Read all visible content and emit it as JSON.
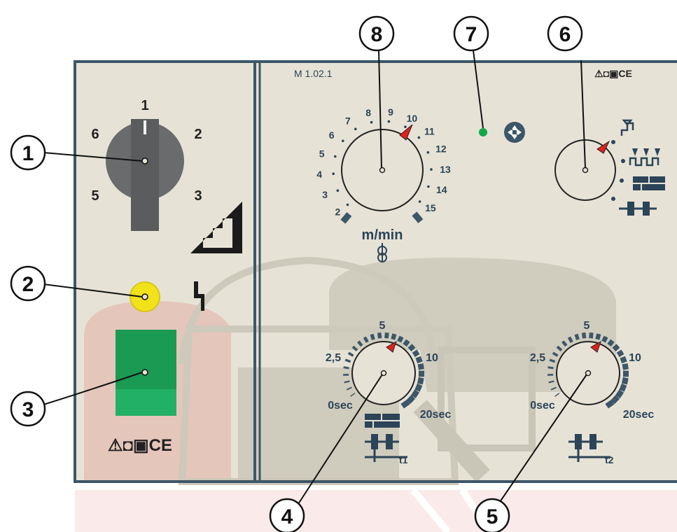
{
  "left_panel": {
    "selector_positions": [
      "1",
      "2",
      "3",
      "5",
      "6"
    ],
    "marks": "⚠◘▣CE"
  },
  "right_panel": {
    "model": "M 1.02.1",
    "marks": "⚠◘▣CE",
    "wire_speed": {
      "ticks": [
        "2",
        "3",
        "4",
        "5",
        "6",
        "7",
        "8",
        "9",
        "10",
        "11",
        "12",
        "13",
        "14",
        "15"
      ],
      "unit": "m/min"
    },
    "timer_t1": {
      "ticks": [
        "0sec",
        "2,5",
        "5",
        "10",
        "20sec"
      ],
      "label": "t1"
    },
    "timer_t2": {
      "ticks": [
        "0sec",
        "2,5",
        "5",
        "10",
        "20sec"
      ],
      "label": "t2"
    }
  },
  "callouts": [
    "1",
    "2",
    "3",
    "4",
    "5",
    "6",
    "7",
    "8"
  ],
  "colors": {
    "panel": "#e6e3d6",
    "frame": "#3d5668",
    "lamp": "#f2e21a",
    "switch": "#1a9a52",
    "led": "#14a84c",
    "pointer": "#e0201a"
  }
}
